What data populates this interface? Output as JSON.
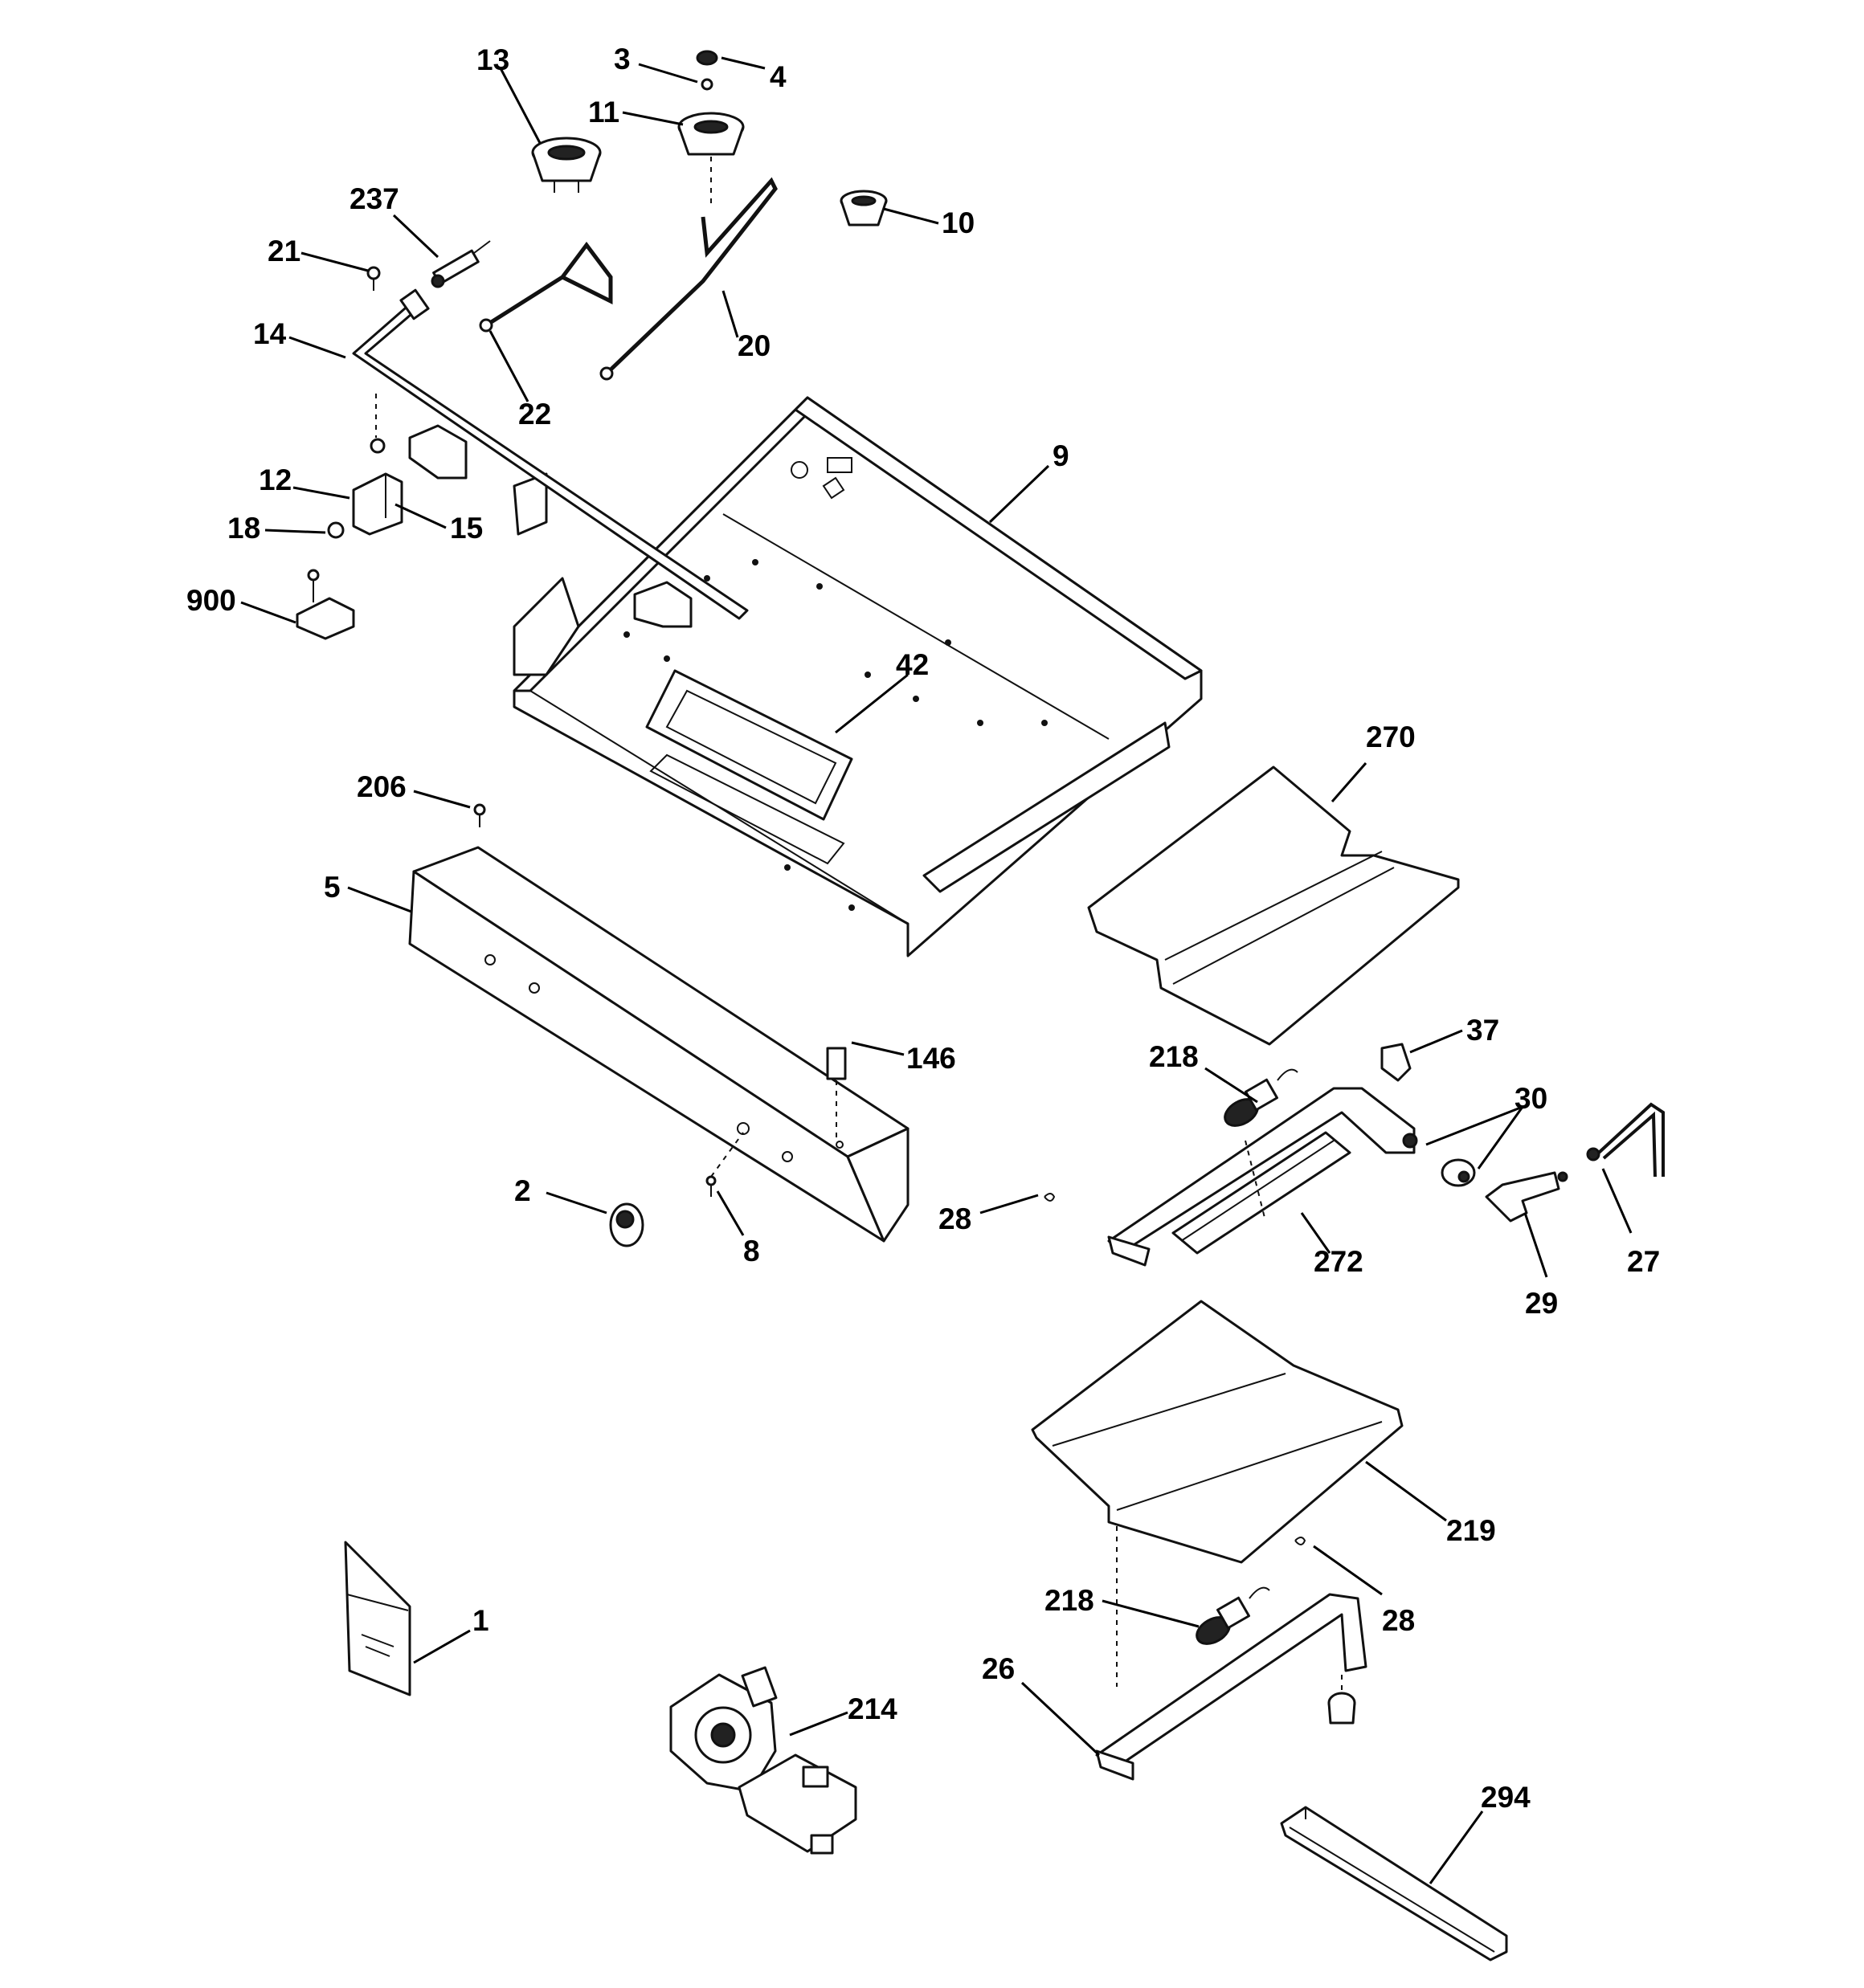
{
  "callouts": {
    "c1": "1",
    "c2": "2",
    "c3": "3",
    "c4": "4",
    "c5": "5",
    "c8": "8",
    "c9": "9",
    "c10": "10",
    "c11": "11",
    "c12": "12",
    "c13": "13",
    "c14": "14",
    "c15": "15",
    "c18": "18",
    "c20": "20",
    "c21": "21",
    "c22": "22",
    "c26": "26",
    "c27": "27",
    "c28a": "28",
    "c28b": "28",
    "c29": "29",
    "c30": "30",
    "c37": "37",
    "c42": "42",
    "c146": "146",
    "c206": "206",
    "c214": "214",
    "c218a": "218",
    "c218b": "218",
    "c219": "219",
    "c237": "237",
    "c270": "270",
    "c272": "272",
    "c294": "294",
    "c900": "900"
  },
  "colors": {
    "line": "#111111",
    "background": "#ffffff"
  }
}
